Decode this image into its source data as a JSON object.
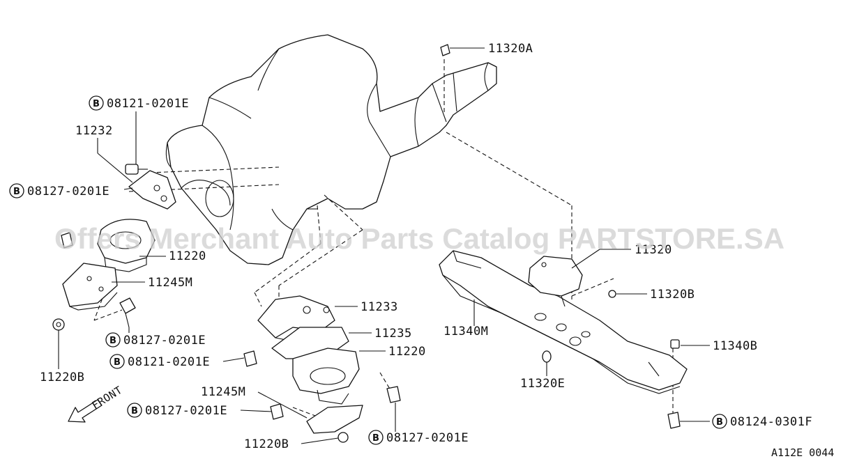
{
  "watermark": "Offers Merchant Auto Parts Catalog PARTSTORE.SA",
  "diagram_code": "A112E 0044",
  "front_label": "FRONT",
  "bolt_marker": "B",
  "labels": {
    "p11320A": "11320A",
    "p08121_top": "08121-0201E",
    "p11232": "11232",
    "p08127_left": "08127-0201E",
    "p11220_left": "11220",
    "p11245M_left": "11245M",
    "p08127_leftlow": "08127-0201E",
    "p11220B_left": "11220B",
    "p11233": "11233",
    "p11235": "11235",
    "p11220_center": "11220",
    "p08121_center": "08121-0201E",
    "p11245M_center": "11245M",
    "p08127_center": "08127-0201E",
    "p11220B_center": "11220B",
    "p08127_centerlow": "08127-0201E",
    "p11320": "11320",
    "p11320B": "11320B",
    "p11340M": "11340M",
    "p11340B": "11340B",
    "p11320E": "11320E",
    "p08124": "08124-0301F"
  }
}
